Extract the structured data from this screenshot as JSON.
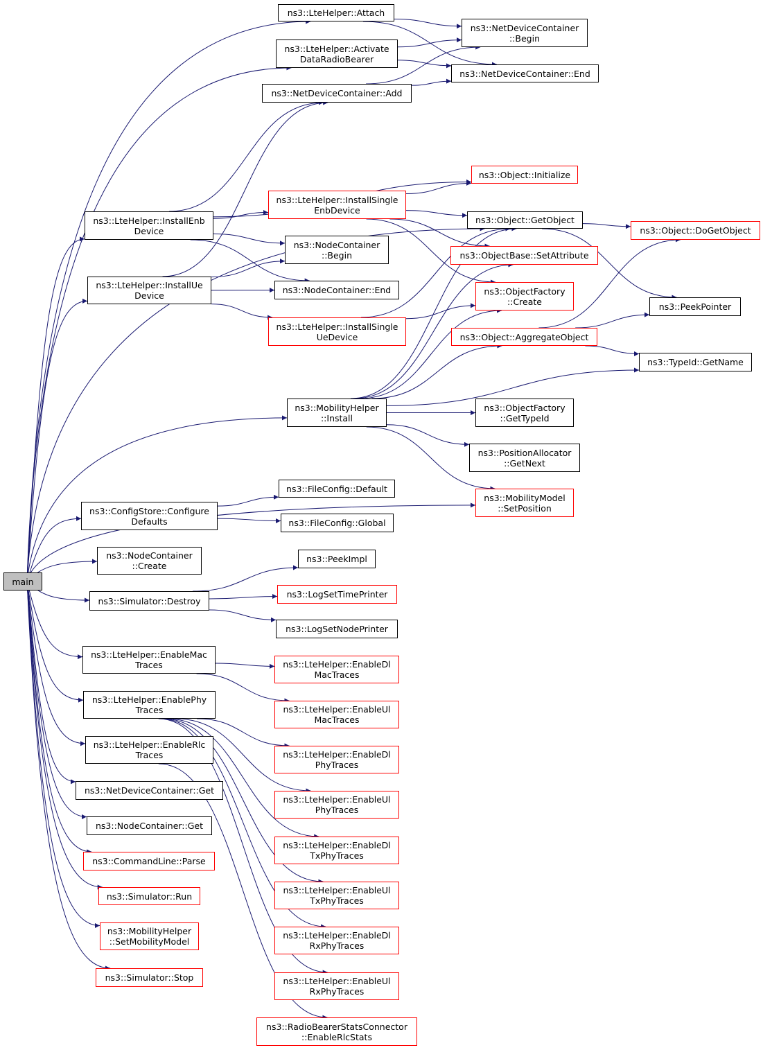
{
  "graph": {
    "colors": {
      "edge": "#191970",
      "border_default": "#000000",
      "border_incomplete": "#ff0000",
      "root_fill": "#bfbfbf"
    },
    "nodes": {
      "main": {
        "label": "main",
        "style": "root"
      },
      "attach": {
        "label": "ns3::LteHelper::Attach",
        "style": "black"
      },
      "ndc_begin": {
        "label": "ns3::NetDeviceContainer\n::Begin",
        "style": "black"
      },
      "activate": {
        "label": "ns3::LteHelper::Activate\nDataRadioBearer",
        "style": "black"
      },
      "ndc_end": {
        "label": "ns3::NetDeviceContainer::End",
        "style": "black"
      },
      "ndc_add": {
        "label": "ns3::NetDeviceContainer::Add",
        "style": "black"
      },
      "obj_init": {
        "label": "ns3::Object::Initialize",
        "style": "red"
      },
      "install_single_enb": {
        "label": "ns3::LteHelper::InstallSingle\nEnbDevice",
        "style": "red"
      },
      "install_enb": {
        "label": "ns3::LteHelper::InstallEnb\nDevice",
        "style": "black"
      },
      "obj_getobject": {
        "label": "ns3::Object::GetObject",
        "style": "black"
      },
      "obj_dogetobject": {
        "label": "ns3::Object::DoGetObject",
        "style": "red"
      },
      "nc_begin": {
        "label": "ns3::NodeContainer\n::Begin",
        "style": "black"
      },
      "objbase_setattr": {
        "label": "ns3::ObjectBase::SetAttribute",
        "style": "red"
      },
      "install_ue": {
        "label": "ns3::LteHelper::InstallUe\nDevice",
        "style": "black"
      },
      "nc_end": {
        "label": "ns3::NodeContainer::End",
        "style": "black"
      },
      "of_create": {
        "label": "ns3::ObjectFactory\n::Create",
        "style": "red"
      },
      "peekpointer": {
        "label": "ns3::PeekPointer",
        "style": "black"
      },
      "install_single_ue": {
        "label": "ns3::LteHelper::InstallSingle\nUeDevice",
        "style": "red"
      },
      "obj_aggregate": {
        "label": "ns3::Object::AggregateObject",
        "style": "red"
      },
      "typeid_getname": {
        "label": "ns3::TypeId::GetName",
        "style": "black"
      },
      "mobility_install": {
        "label": "ns3::MobilityHelper\n::Install",
        "style": "black"
      },
      "of_gettypeid": {
        "label": "ns3::ObjectFactory\n::GetTypeId",
        "style": "black"
      },
      "posalloc_getnext": {
        "label": "ns3::PositionAllocator\n::GetNext",
        "style": "black"
      },
      "fileconfig_default": {
        "label": "ns3::FileConfig::Default",
        "style": "black"
      },
      "mobmodel_setpos": {
        "label": "ns3::MobilityModel\n::SetPosition",
        "style": "red"
      },
      "configstore": {
        "label": "ns3::ConfigStore::Configure\nDefaults",
        "style": "black"
      },
      "fileconfig_global": {
        "label": "ns3::FileConfig::Global",
        "style": "black"
      },
      "nc_create": {
        "label": "ns3::NodeContainer\n::Create",
        "style": "black"
      },
      "peekimpl": {
        "label": "ns3::PeekImpl",
        "style": "black"
      },
      "sim_destroy": {
        "label": "ns3::Simulator::Destroy",
        "style": "black"
      },
      "logsettimeprinter": {
        "label": "ns3::LogSetTimePrinter",
        "style": "red"
      },
      "logsetnodeprinter": {
        "label": "ns3::LogSetNodePrinter",
        "style": "black"
      },
      "enable_mac": {
        "label": "ns3::LteHelper::EnableMac\nTraces",
        "style": "black"
      },
      "enable_dl_mac": {
        "label": "ns3::LteHelper::EnableDl\nMacTraces",
        "style": "red"
      },
      "enable_phy": {
        "label": "ns3::LteHelper::EnablePhy\nTraces",
        "style": "black"
      },
      "enable_ul_mac": {
        "label": "ns3::LteHelper::EnableUl\nMacTraces",
        "style": "red"
      },
      "enable_rlc": {
        "label": "ns3::LteHelper::EnableRlc\nTraces",
        "style": "black"
      },
      "enable_dl_phy": {
        "label": "ns3::LteHelper::EnableDl\nPhyTraces",
        "style": "red"
      },
      "ndc_get": {
        "label": "ns3::NetDeviceContainer::Get",
        "style": "black"
      },
      "enable_ul_phy": {
        "label": "ns3::LteHelper::EnableUl\nPhyTraces",
        "style": "red"
      },
      "nc_get": {
        "label": "ns3::NodeContainer::Get",
        "style": "black"
      },
      "cmdline_parse": {
        "label": "ns3::CommandLine::Parse",
        "style": "red"
      },
      "enable_dl_txphy": {
        "label": "ns3::LteHelper::EnableDl\nTxPhyTraces",
        "style": "red"
      },
      "sim_run": {
        "label": "ns3::Simulator::Run",
        "style": "red"
      },
      "enable_ul_txphy": {
        "label": "ns3::LteHelper::EnableUl\nTxPhyTraces",
        "style": "red"
      },
      "mob_setmodel": {
        "label": "ns3::MobilityHelper\n::SetMobilityModel",
        "style": "red"
      },
      "enable_dl_rxphy": {
        "label": "ns3::LteHelper::EnableDl\nRxPhyTraces",
        "style": "red"
      },
      "sim_stop": {
        "label": "ns3::Simulator::Stop",
        "style": "red"
      },
      "enable_ul_rxphy": {
        "label": "ns3::LteHelper::EnableUl\nRxPhyTraces",
        "style": "red"
      },
      "rbsc_enablerlc": {
        "label": "ns3::RadioBearerStatsConnector\n::EnableRlcStats",
        "style": "red"
      }
    },
    "edges": [
      [
        "main",
        "attach"
      ],
      [
        "main",
        "activate"
      ],
      [
        "main",
        "install_enb"
      ],
      [
        "main",
        "obj_getobject"
      ],
      [
        "main",
        "install_ue"
      ],
      [
        "main",
        "mobility_install"
      ],
      [
        "main",
        "mobmodel_setpos"
      ],
      [
        "main",
        "configstore"
      ],
      [
        "main",
        "nc_create"
      ],
      [
        "main",
        "sim_destroy"
      ],
      [
        "main",
        "enable_mac"
      ],
      [
        "main",
        "enable_phy"
      ],
      [
        "main",
        "enable_rlc"
      ],
      [
        "main",
        "ndc_get"
      ],
      [
        "main",
        "nc_get"
      ],
      [
        "main",
        "cmdline_parse"
      ],
      [
        "main",
        "sim_run"
      ],
      [
        "main",
        "mob_setmodel"
      ],
      [
        "main",
        "sim_stop"
      ],
      [
        "attach",
        "ndc_begin"
      ],
      [
        "attach",
        "ndc_end"
      ],
      [
        "activate",
        "ndc_begin"
      ],
      [
        "activate",
        "ndc_end"
      ],
      [
        "ndc_add",
        "ndc_begin"
      ],
      [
        "ndc_add",
        "ndc_end"
      ],
      [
        "install_enb",
        "ndc_add"
      ],
      [
        "install_enb",
        "obj_init"
      ],
      [
        "install_enb",
        "install_single_enb"
      ],
      [
        "install_enb",
        "nc_begin"
      ],
      [
        "install_enb",
        "nc_end"
      ],
      [
        "install_single_enb",
        "obj_init"
      ],
      [
        "install_single_enb",
        "obj_getobject"
      ],
      [
        "install_single_enb",
        "objbase_setattr"
      ],
      [
        "install_single_enb",
        "of_create"
      ],
      [
        "install_ue",
        "ndc_add"
      ],
      [
        "install_ue",
        "nc_begin"
      ],
      [
        "install_ue",
        "nc_end"
      ],
      [
        "install_ue",
        "install_single_ue"
      ],
      [
        "install_single_ue",
        "obj_getobject"
      ],
      [
        "install_single_ue",
        "of_create"
      ],
      [
        "obj_getobject",
        "obj_dogetobject"
      ],
      [
        "obj_getobject",
        "peekpointer"
      ],
      [
        "obj_aggregate",
        "obj_dogetobject"
      ],
      [
        "obj_aggregate",
        "peekpointer"
      ],
      [
        "obj_aggregate",
        "typeid_getname"
      ],
      [
        "mobility_install",
        "obj_getobject"
      ],
      [
        "mobility_install",
        "obj_aggregate"
      ],
      [
        "mobility_install",
        "typeid_getname"
      ],
      [
        "mobility_install",
        "of_gettypeid"
      ],
      [
        "mobility_install",
        "posalloc_getnext"
      ],
      [
        "mobility_install",
        "mobmodel_setpos"
      ],
      [
        "mobility_install",
        "objbase_setattr"
      ],
      [
        "mobility_install",
        "of_create"
      ],
      [
        "configstore",
        "fileconfig_default"
      ],
      [
        "configstore",
        "fileconfig_global"
      ],
      [
        "sim_destroy",
        "peekimpl"
      ],
      [
        "sim_destroy",
        "logsettimeprinter"
      ],
      [
        "sim_destroy",
        "logsetnodeprinter"
      ],
      [
        "enable_mac",
        "enable_dl_mac"
      ],
      [
        "enable_mac",
        "enable_ul_mac"
      ],
      [
        "enable_phy",
        "enable_dl_phy"
      ],
      [
        "enable_phy",
        "enable_ul_phy"
      ],
      [
        "enable_phy",
        "enable_dl_txphy"
      ],
      [
        "enable_phy",
        "enable_ul_txphy"
      ],
      [
        "enable_phy",
        "enable_dl_rxphy"
      ],
      [
        "enable_phy",
        "enable_ul_rxphy"
      ],
      [
        "enable_rlc",
        "rbsc_enablerlc"
      ]
    ]
  }
}
